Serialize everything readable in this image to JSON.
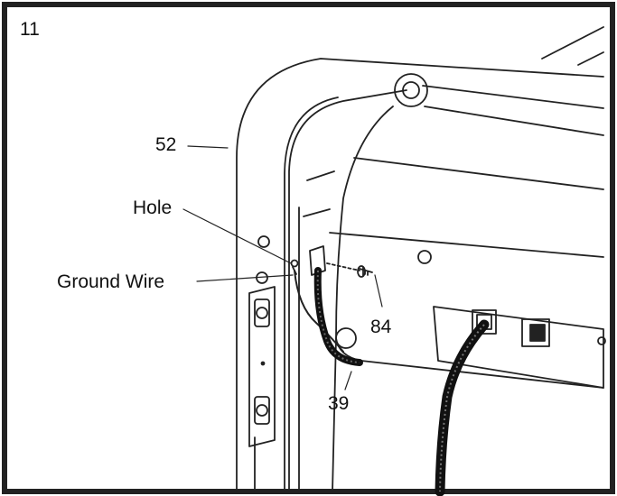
{
  "figure": {
    "step_number": "11",
    "labels": {
      "frame_upright": "52",
      "hole": "Hole",
      "ground_wire": "Ground Wire",
      "screw": "84",
      "wire": "39"
    }
  }
}
